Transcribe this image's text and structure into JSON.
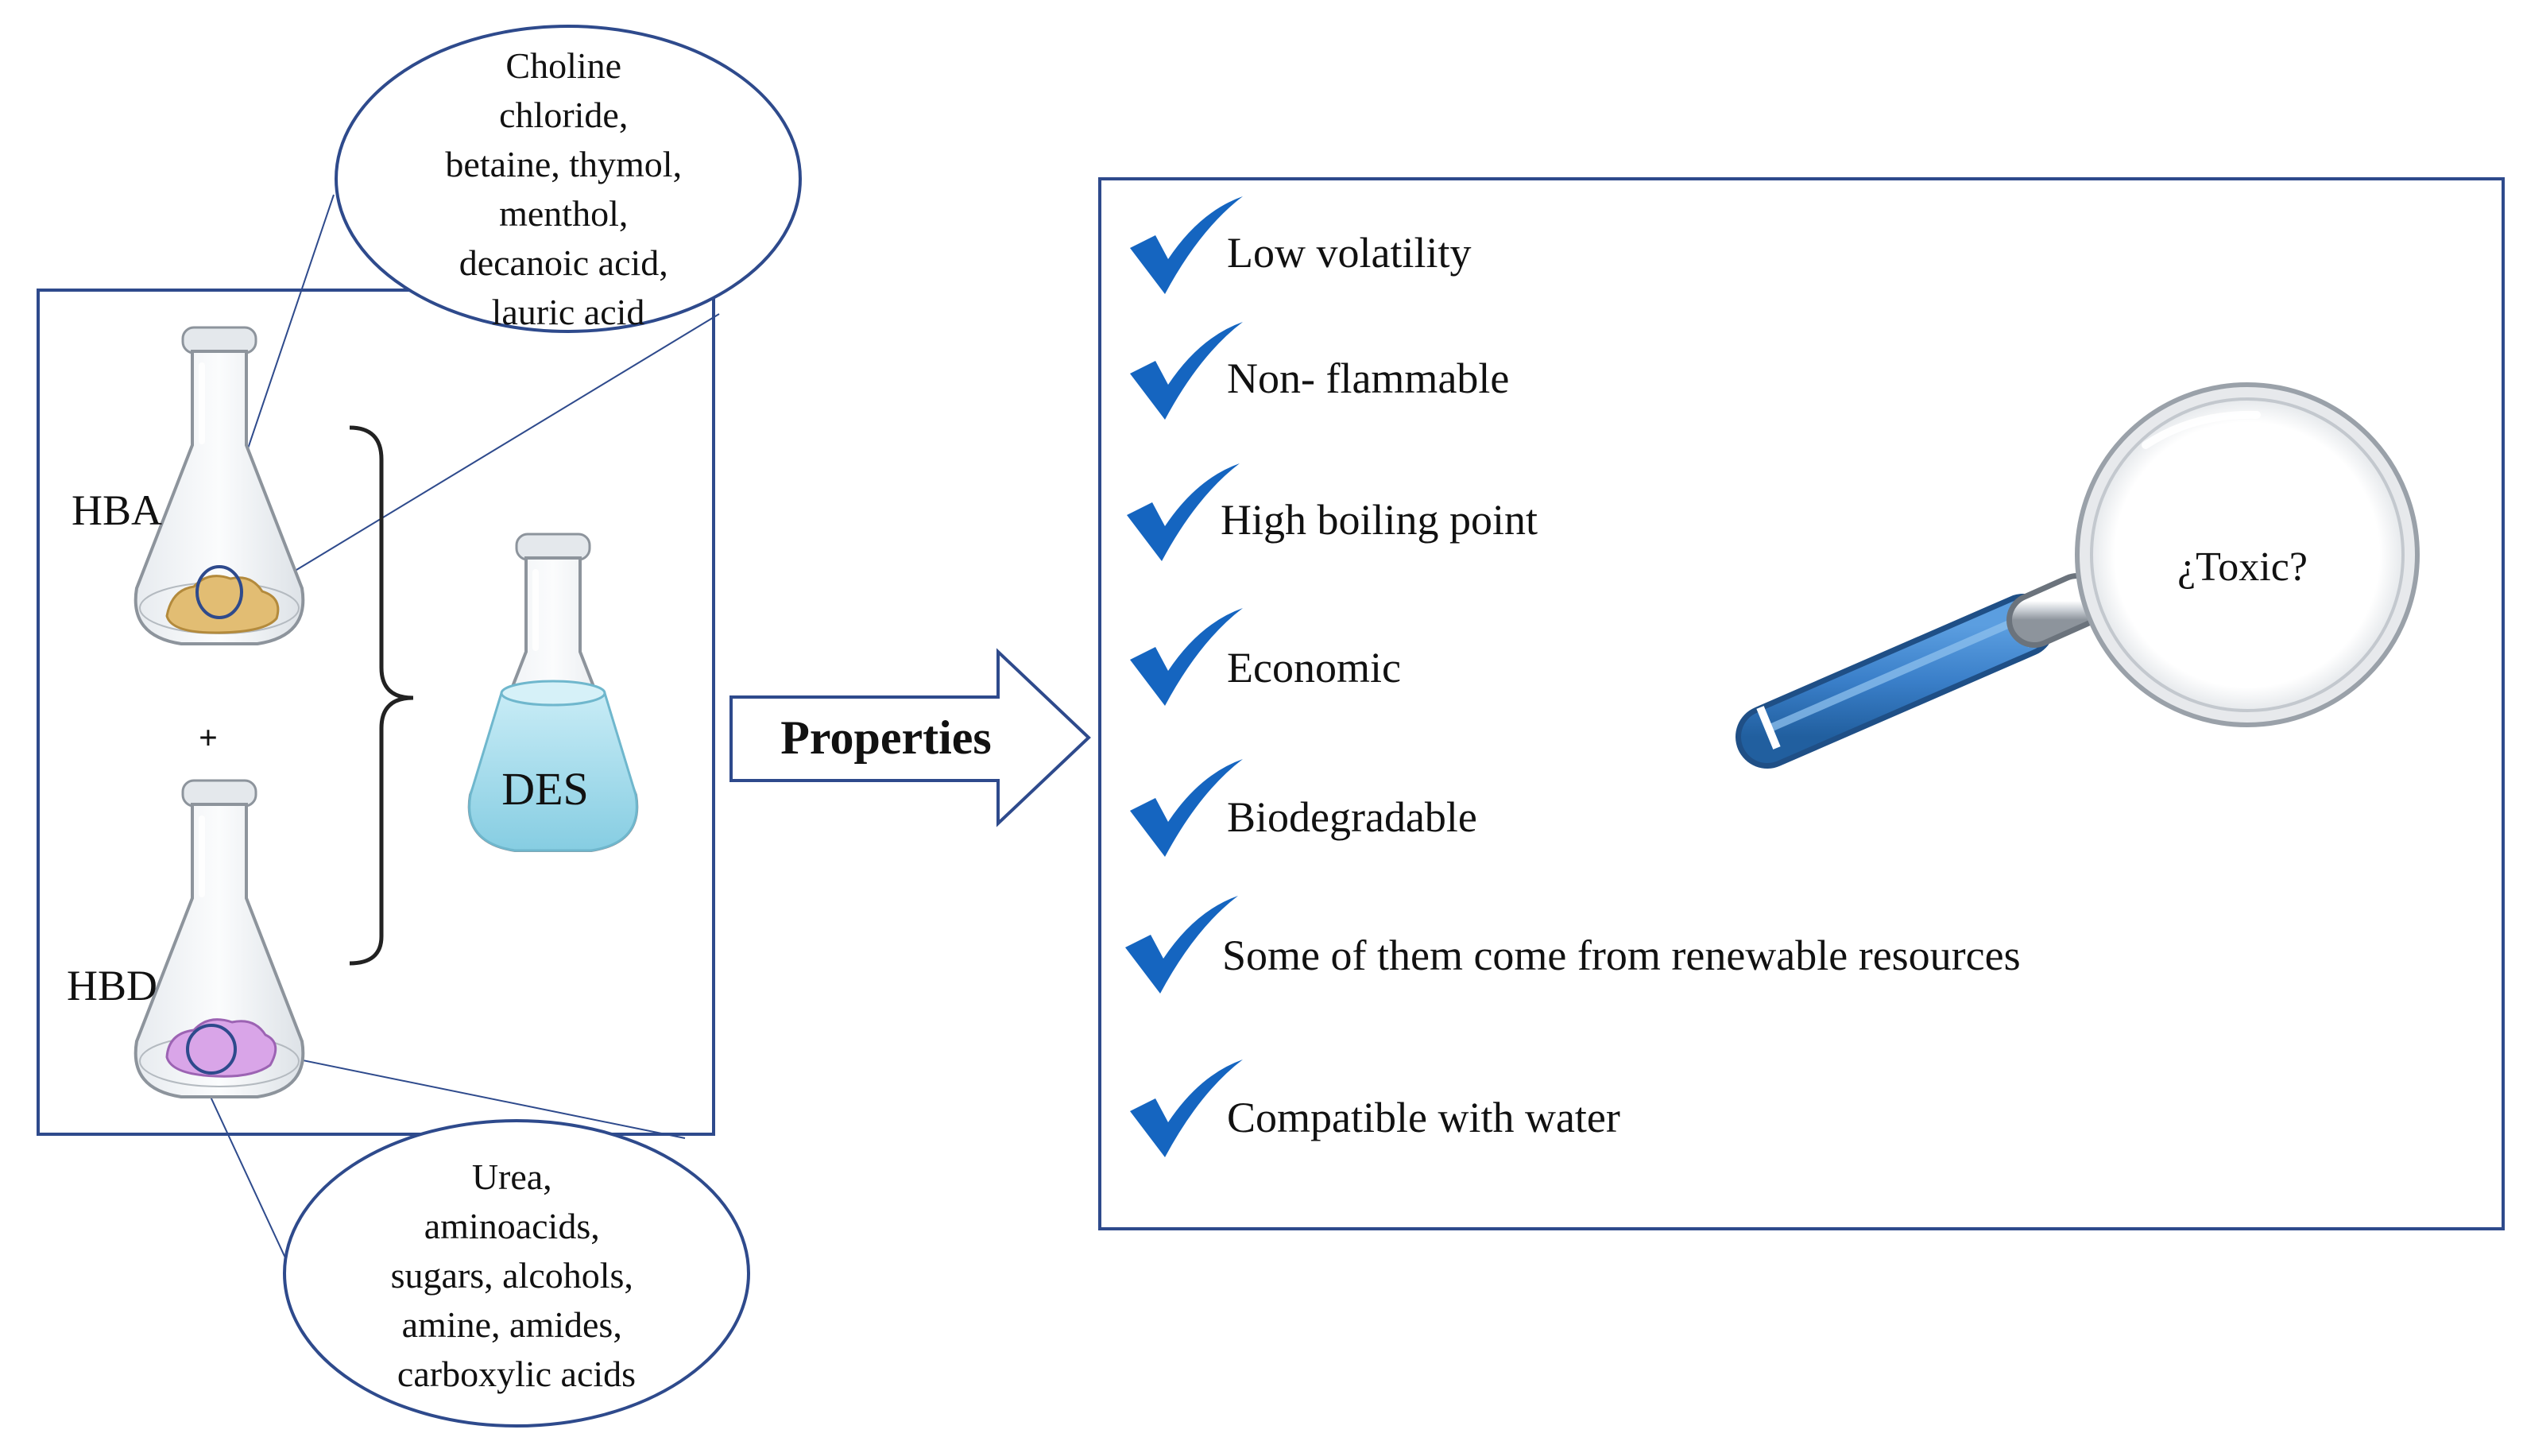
{
  "hba": {
    "label": "HBA",
    "examples": [
      "Choline",
      "chloride,",
      "betaine, thymol,",
      "menthol,",
      "decanoic acid,",
      "lauric acid"
    ]
  },
  "plus": "+",
  "hbd": {
    "label": "HBD",
    "examples": [
      "Urea,",
      "aminoacids,",
      "sugars, alcohols,",
      "amine, amides,",
      "carboxylic acids"
    ]
  },
  "des": {
    "label": "DES"
  },
  "arrow": {
    "label": "Properties"
  },
  "properties": [
    "Low volatility",
    "Non- flammable",
    "High boiling point",
    "Economic",
    "Biodegradable",
    "Some of them come from renewable resources",
    "Compatible with water"
  ],
  "magnifier": {
    "label": "¿Toxic?"
  },
  "colors": {
    "outline": "#2e4a8c",
    "check": "#1565c0",
    "handle": "#3a7fc9",
    "hba_powder": "#e2bd73",
    "hbd_powder": "#d9a5e8",
    "des_liquid": "#a6dceb"
  }
}
